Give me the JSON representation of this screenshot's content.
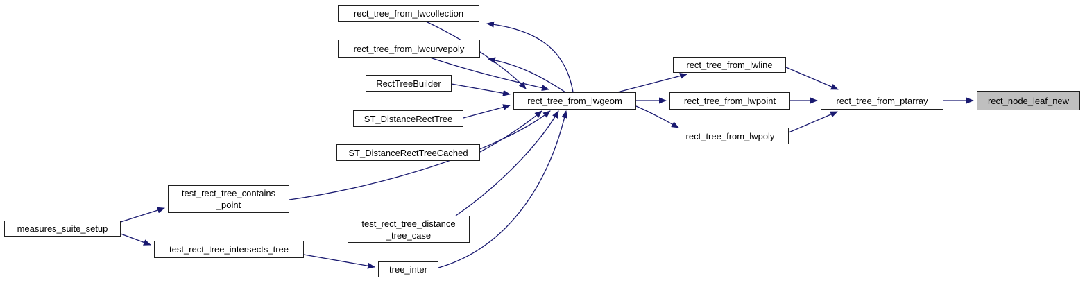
{
  "diagram": {
    "kind": "doxygen-call-graph",
    "focus_function": "rect_node_leaf_new",
    "colors": {
      "edge": "#191970",
      "node_border": "#1f1f1f",
      "node_fill": "#ffffff",
      "focus_node_fill": "#bfbfbf",
      "text": "#000000",
      "background": "#ffffff"
    },
    "nodes": [
      {
        "id": "rect_tree_from_lwcollection",
        "label": "rect_tree_from_lwcollection",
        "highlighted": false
      },
      {
        "id": "rect_tree_from_lwcurvepoly",
        "label": "rect_tree_from_lwcurvepoly",
        "highlighted": false
      },
      {
        "id": "RectTreeBuilder",
        "label": "RectTreeBuilder",
        "highlighted": false
      },
      {
        "id": "ST_DistanceRectTree",
        "label": "ST_DistanceRectTree",
        "highlighted": false
      },
      {
        "id": "ST_DistanceRectTreeCached",
        "label": "ST_DistanceRectTreeCached",
        "highlighted": false
      },
      {
        "id": "rect_tree_from_lwgeom",
        "label": "rect_tree_from_lwgeom",
        "highlighted": false
      },
      {
        "id": "rect_tree_from_lwline",
        "label": "rect_tree_from_lwline",
        "highlighted": false
      },
      {
        "id": "rect_tree_from_lwpoint",
        "label": "rect_tree_from_lwpoint",
        "highlighted": false
      },
      {
        "id": "rect_tree_from_lwpoly",
        "label": "rect_tree_from_lwpoly",
        "highlighted": false
      },
      {
        "id": "rect_tree_from_ptarray",
        "label": "rect_tree_from_ptarray",
        "highlighted": false
      },
      {
        "id": "rect_node_leaf_new",
        "label": "rect_node_leaf_new",
        "highlighted": true
      },
      {
        "id": "test_rect_tree_contains_point",
        "label": "test_rect_tree_contains\n_point",
        "highlighted": false
      },
      {
        "id": "measures_suite_setup",
        "label": "measures_suite_setup",
        "highlighted": false
      },
      {
        "id": "test_rect_tree_intersects_tree",
        "label": "test_rect_tree_intersects_tree",
        "highlighted": false
      },
      {
        "id": "test_rect_tree_distance_tree_case",
        "label": "test_rect_tree_distance\n_tree_case",
        "highlighted": false
      },
      {
        "id": "tree_inter",
        "label": "tree_inter",
        "highlighted": false
      }
    ],
    "edges": [
      {
        "from": "rect_tree_from_lwcollection",
        "to": "rect_tree_from_lwgeom"
      },
      {
        "from": "rect_tree_from_lwgeom",
        "to": "rect_tree_from_lwcollection"
      },
      {
        "from": "rect_tree_from_lwcurvepoly",
        "to": "rect_tree_from_lwgeom"
      },
      {
        "from": "rect_tree_from_lwgeom",
        "to": "rect_tree_from_lwcurvepoly"
      },
      {
        "from": "RectTreeBuilder",
        "to": "rect_tree_from_lwgeom"
      },
      {
        "from": "ST_DistanceRectTree",
        "to": "rect_tree_from_lwgeom"
      },
      {
        "from": "ST_DistanceRectTreeCached",
        "to": "rect_tree_from_lwgeom"
      },
      {
        "from": "test_rect_tree_contains_point",
        "to": "rect_tree_from_lwgeom"
      },
      {
        "from": "test_rect_tree_distance_tree_case",
        "to": "rect_tree_from_lwgeom"
      },
      {
        "from": "tree_inter",
        "to": "rect_tree_from_lwgeom"
      },
      {
        "from": "rect_tree_from_lwgeom",
        "to": "rect_tree_from_lwline"
      },
      {
        "from": "rect_tree_from_lwgeom",
        "to": "rect_tree_from_lwpoint"
      },
      {
        "from": "rect_tree_from_lwgeom",
        "to": "rect_tree_from_lwpoly"
      },
      {
        "from": "rect_tree_from_lwline",
        "to": "rect_tree_from_ptarray"
      },
      {
        "from": "rect_tree_from_lwpoint",
        "to": "rect_tree_from_ptarray"
      },
      {
        "from": "rect_tree_from_lwpoly",
        "to": "rect_tree_from_ptarray"
      },
      {
        "from": "rect_tree_from_ptarray",
        "to": "rect_node_leaf_new"
      },
      {
        "from": "measures_suite_setup",
        "to": "test_rect_tree_contains_point"
      },
      {
        "from": "measures_suite_setup",
        "to": "test_rect_tree_intersects_tree"
      },
      {
        "from": "test_rect_tree_intersects_tree",
        "to": "tree_inter"
      }
    ]
  }
}
